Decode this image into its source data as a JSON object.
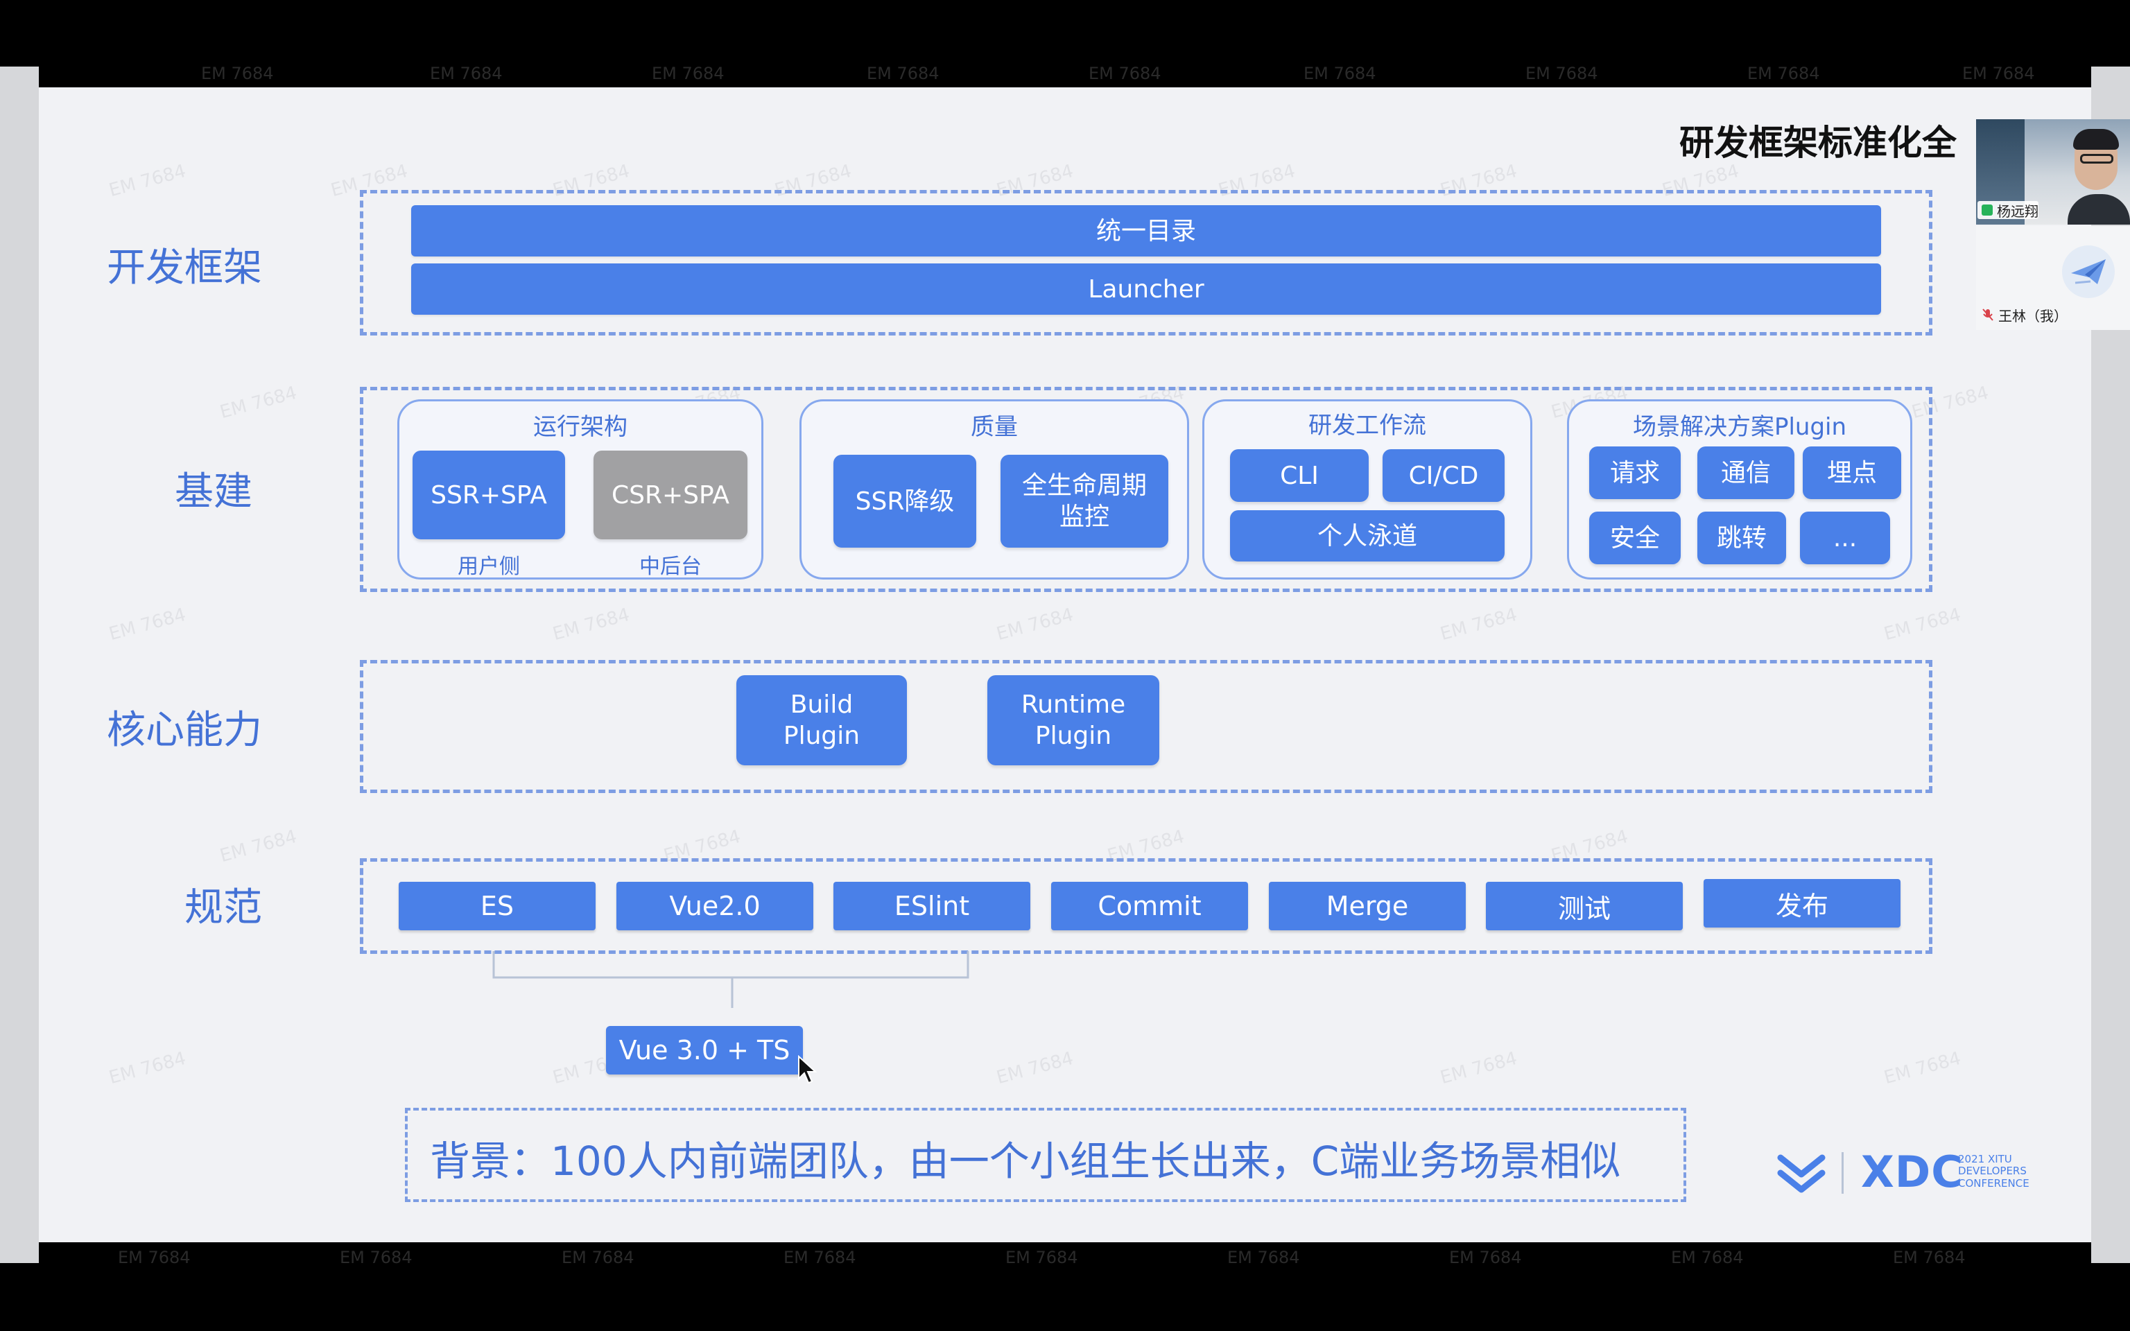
{
  "watermark": "EM 7684",
  "slide": {
    "title": "研发框架标准化全",
    "sections": {
      "framework": {
        "label": "开发框架",
        "bars": [
          "统一目录",
          "Launcher"
        ]
      },
      "infra": {
        "label": "基建",
        "cards": {
          "runtime": {
            "title": "运行架构",
            "buttons": [
              "SSR+SPA",
              "CSR+SPA"
            ],
            "captions": [
              "用户侧",
              "中后台"
            ]
          },
          "quality": {
            "title": "质量",
            "buttons": [
              "SSR降级",
              "全生命周期\n监控"
            ]
          },
          "workflow": {
            "title": "研发工作流",
            "buttons": [
              "CLI",
              "CI/CD",
              "个人泳道"
            ]
          },
          "scenario": {
            "title": "场景解决方案Plugin",
            "buttons": [
              "请求",
              "通信",
              "埋点",
              "安全",
              "跳转",
              "..."
            ]
          }
        }
      },
      "core": {
        "label": "核心能力",
        "buttons": [
          "Build\nPlugin",
          "Runtime\nPlugin"
        ]
      },
      "standards": {
        "label": "规范",
        "items": [
          "ES",
          "Vue2.0",
          "ESlint",
          "Commit",
          "Merge",
          "测试",
          "发布"
        ],
        "upgrade": "Vue 3.0 + TS"
      }
    },
    "background_note": "背景：100人内前端团队，由一个小组生长出来，C端业务场景相似",
    "logo": {
      "text": "XDC",
      "sub_lines": [
        "2021 XITU",
        "DEVELOPERS",
        "CONFERENCE"
      ]
    }
  },
  "participants": [
    {
      "name": "杨远翔",
      "mic": "on"
    },
    {
      "name": "王林（我）",
      "mic": "muted"
    }
  ],
  "colors": {
    "accent": "#4a80e8",
    "label": "#4472d6",
    "dashed_border": "#7d9de3",
    "gray_button": "#a1a1a3",
    "slide_bg": "#f1f2f5"
  }
}
